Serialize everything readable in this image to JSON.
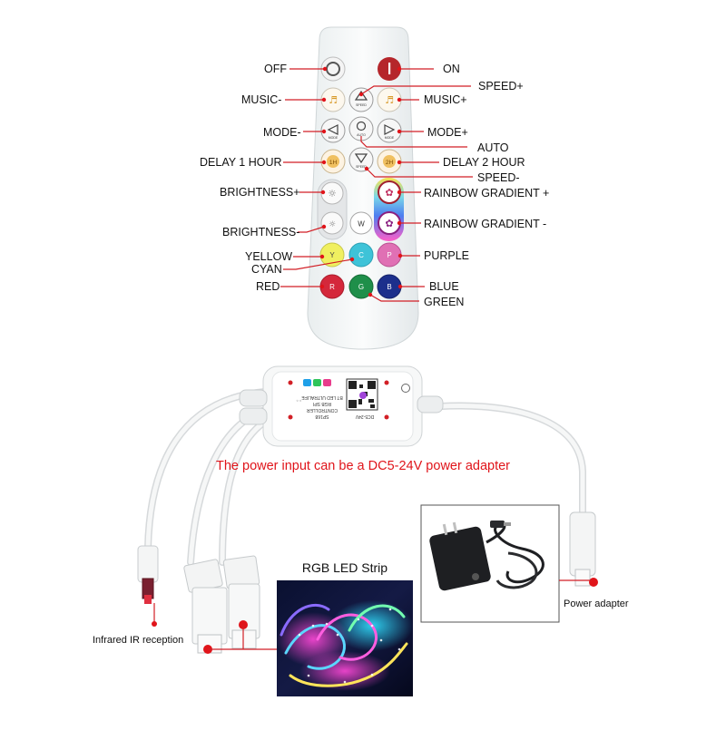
{
  "remote": {
    "left_labels": [
      "OFF",
      "MUSIC-",
      "MODE-",
      "DELAY 1 HOUR",
      "BRIGHTNESS+",
      "BRIGHTNESS-",
      "YELLOW",
      "CYAN",
      "RED"
    ],
    "right_labels": [
      "ON",
      "SPEED+",
      "MUSIC+",
      "MODE+",
      "AUTO",
      "DELAY 2 HOUR",
      "SPEED-",
      "RAINBOW GRADIENT +",
      "RAINBOW GRADIENT -",
      "PURPLE",
      "BLUE",
      "GREEN"
    ],
    "button_text": {
      "speed": "SPEED",
      "mode": "MODE",
      "auto": "AUTO",
      "delay1": "1H",
      "delay2": "2H",
      "white": "W",
      "yellow": "Y",
      "cyan": "C",
      "purple": "P",
      "red": "R",
      "green": "G",
      "blue": "B"
    },
    "colors": {
      "accent_red": "#e0141a",
      "on_button": "#b5262b",
      "yellow": "#f0f060",
      "cyan": "#3ec3d8",
      "purple": "#e070b4",
      "red": "#d4283b",
      "green": "#1f8f4a",
      "blue": "#1c2f8c"
    }
  },
  "controller": {
    "labels": [
      "SP168",
      "CONTROLLER",
      "RGB SPI",
      "BT LED ULTRALIFE",
      "DC5-24V"
    ]
  },
  "note": "The power input can be a DC5-24V power adapter",
  "strip_title": "RGB LED Strip",
  "ir_label": "Infrared IR reception",
  "adapter_label": "Power adapter"
}
